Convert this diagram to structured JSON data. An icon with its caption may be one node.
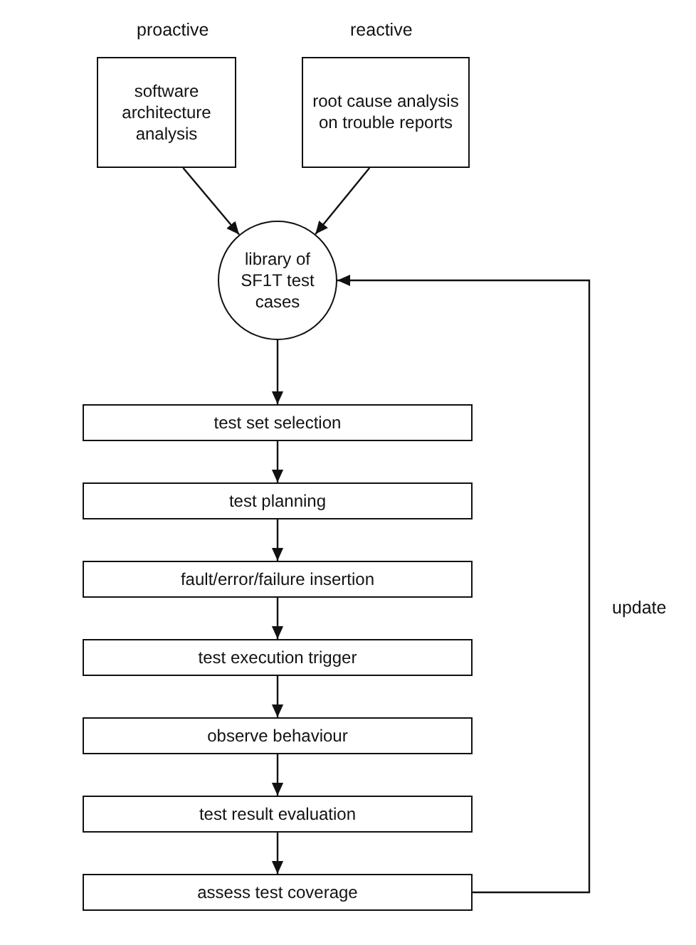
{
  "diagram": {
    "nodes": [
      {
        "text": [
          "software architecture analysis"
        ]
      },
      {
        "text": [
          "root cause analysis on trouble reports"
        ]
      },
      {
        "text": [
          "library of SF1T test cases"
        ]
      },
      {
        "text": [
          "test set selection"
        ]
      },
      {
        "text": [
          "test planning"
        ]
      },
      {
        "text": [
          "fault/error/failure insertion"
        ]
      },
      {
        "text": [
          "test execution trigger"
        ]
      },
      {
        "text": [
          "observe behaviour"
        ]
      },
      {
        "text": [
          "test result evaluation"
        ]
      },
      {
        "text": [
          "assess test coverage"
        ]
      }
    ],
    "edges": [
      {
        "from": 0,
        "to": 2,
        "arrow": "to"
      },
      {
        "from": 1,
        "to": 2,
        "arrow": "to"
      },
      {
        "from": 2,
        "to": 3,
        "arrow": "to"
      },
      {
        "from": 3,
        "to": 4,
        "arrow": "to"
      },
      {
        "from": 4,
        "to": 5,
        "arrow": "to"
      },
      {
        "from": 5,
        "to": 6,
        "arrow": "to"
      },
      {
        "from": 6,
        "to": 7,
        "arrow": "to"
      },
      {
        "from": 7,
        "to": 8,
        "arrow": "to"
      },
      {
        "from": 8,
        "to": 9,
        "arrow": "to"
      },
      {
        "from": 9,
        "to": 2,
        "arrow": "to",
        "label": "update"
      }
    ],
    "labels": [
      "proactive",
      "reactive"
    ]
  }
}
